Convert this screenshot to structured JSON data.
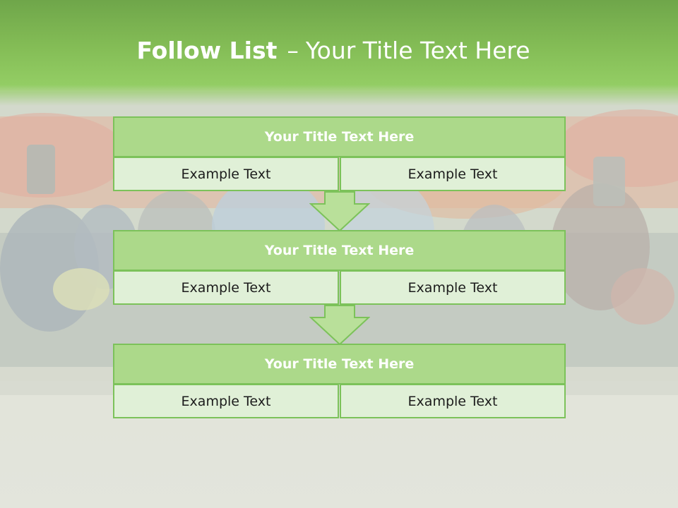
{
  "slide": {
    "title_bold": "Follow List",
    "title_separator": "–",
    "title_rest": "Your Title Text Here"
  },
  "blocks": [
    {
      "title": "Your Title Text Here",
      "left_text": "Example Text",
      "right_text": "Example Text"
    },
    {
      "title": "Your Title Text Here",
      "left_text": "Example Text",
      "right_text": "Example Text"
    },
    {
      "title": "Your Title Text Here",
      "left_text": "Example Text",
      "right_text": "Example Text"
    }
  ],
  "colors": {
    "header_green": "#84bd56",
    "block_title_fill": "#acd98a",
    "cell_fill": "#e0f0d7",
    "border_green": "#7cc25a",
    "arrow_fill": "#b9e09a"
  }
}
